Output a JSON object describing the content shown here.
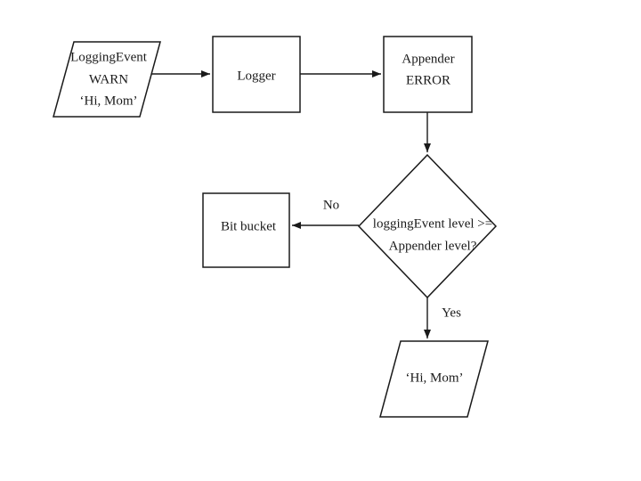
{
  "colors": {
    "background": "#ffffff",
    "stroke": "#1a1a1a",
    "text": "#1a1a1a"
  },
  "nodes": {
    "logging_event": {
      "shape": "parallelogram",
      "line1": "LoggingEvent",
      "line2": "WARN",
      "line3": "‘Hi, Mom’"
    },
    "logger": {
      "shape": "rectangle",
      "line1": "Logger"
    },
    "appender": {
      "shape": "rectangle",
      "line1": "Appender",
      "line2": "ERROR"
    },
    "decision": {
      "shape": "diamond",
      "line1": "loggingEvent level >=",
      "line2": "Appender level?"
    },
    "bit_bucket": {
      "shape": "rectangle",
      "line1": "Bit bucket"
    },
    "output_message": {
      "shape": "parallelogram",
      "line1": "‘Hi, Mom’"
    }
  },
  "edge_labels": {
    "no": "No",
    "yes": "Yes"
  }
}
